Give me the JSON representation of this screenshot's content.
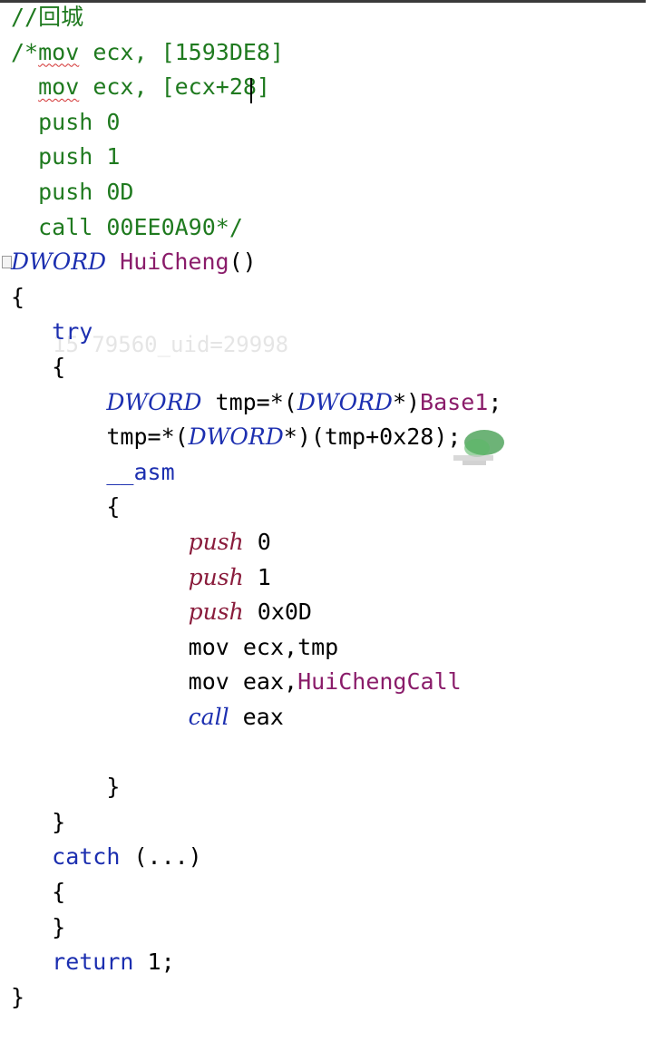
{
  "colors": {
    "background": "#ffffff",
    "comment": "#1f7a1f",
    "keyword": "#1c2fb0",
    "macro": "#8a1c6a",
    "asm_instruction": "#8a1c3c",
    "squiggle": "#d23030",
    "cursor_blob": "#3c9a4a"
  },
  "icons": {
    "fold_marker": "collapse-box-icon",
    "mouse_cursor": "green-mouse-cursor-icon"
  },
  "watermark": "15 79560_uid=29998",
  "code": {
    "lines": [
      {
        "tokens": [
          {
            "t": "//回城",
            "c": "comment"
          }
        ]
      },
      {
        "tokens": [
          {
            "t": "/*",
            "c": "comment"
          },
          {
            "t": "mov",
            "c": "comment squiggle"
          },
          {
            "t": " ecx, [1593DE8]",
            "c": "comment"
          }
        ]
      },
      {
        "tokens": [
          {
            "t": "  ",
            "c": "comment"
          },
          {
            "t": "mov",
            "c": "comment squiggle"
          },
          {
            "t": " ecx, [ecx+28]",
            "c": "comment"
          }
        ]
      },
      {
        "tokens": [
          {
            "t": "  push 0",
            "c": "comment"
          }
        ]
      },
      {
        "tokens": [
          {
            "t": "  push 1",
            "c": "comment"
          }
        ]
      },
      {
        "tokens": [
          {
            "t": "  push 0D",
            "c": "comment"
          }
        ]
      },
      {
        "tokens": [
          {
            "t": "  call 00EE0A90*/",
            "c": "comment"
          }
        ]
      },
      {
        "tokens": [
          {
            "t": "DWORD",
            "c": "type"
          },
          {
            "t": " ",
            "c": "ident"
          },
          {
            "t": "HuiCheng",
            "c": "macro"
          },
          {
            "t": "()",
            "c": "punct"
          }
        ]
      },
      {
        "tokens": [
          {
            "t": "{",
            "c": "punct"
          }
        ]
      },
      {
        "tokens": [
          {
            "t": "   ",
            "c": "ident"
          },
          {
            "t": "try",
            "c": "keyword"
          }
        ]
      },
      {
        "tokens": [
          {
            "t": "   {",
            "c": "punct"
          }
        ]
      },
      {
        "tokens": [
          {
            "t": "       ",
            "c": "ident"
          },
          {
            "t": "DWORD",
            "c": "type"
          },
          {
            "t": " tmp=*(",
            "c": "ident"
          },
          {
            "t": "DWORD",
            "c": "type"
          },
          {
            "t": "*)",
            "c": "ident"
          },
          {
            "t": "Base1",
            "c": "macro"
          },
          {
            "t": ";",
            "c": "punct"
          }
        ]
      },
      {
        "tokens": [
          {
            "t": "       tmp=*(",
            "c": "ident"
          },
          {
            "t": "DWORD",
            "c": "type"
          },
          {
            "t": "*)(tmp+0x28);",
            "c": "ident"
          }
        ]
      },
      {
        "tokens": [
          {
            "t": "       ",
            "c": "ident"
          },
          {
            "t": "__asm",
            "c": "keyword"
          }
        ]
      },
      {
        "tokens": [
          {
            "t": "       {",
            "c": "punct"
          }
        ]
      },
      {
        "tokens": [
          {
            "t": "             ",
            "c": "ident"
          },
          {
            "t": "push",
            "c": "asm-kw"
          },
          {
            "t": " 0",
            "c": "ident"
          }
        ]
      },
      {
        "tokens": [
          {
            "t": "             ",
            "c": "ident"
          },
          {
            "t": "push",
            "c": "asm-kw"
          },
          {
            "t": " 1",
            "c": "ident"
          }
        ]
      },
      {
        "tokens": [
          {
            "t": "             ",
            "c": "ident"
          },
          {
            "t": "push",
            "c": "asm-kw"
          },
          {
            "t": " 0x0D",
            "c": "ident"
          }
        ]
      },
      {
        "tokens": [
          {
            "t": "             mov ecx,tmp",
            "c": "ident"
          }
        ]
      },
      {
        "tokens": [
          {
            "t": "             mov eax,",
            "c": "ident"
          },
          {
            "t": "HuiChengCall",
            "c": "macro"
          }
        ]
      },
      {
        "tokens": [
          {
            "t": "             ",
            "c": "ident"
          },
          {
            "t": "call",
            "c": "asm-call"
          },
          {
            "t": " eax",
            "c": "ident"
          }
        ]
      },
      {
        "tokens": []
      },
      {
        "tokens": [
          {
            "t": "       }",
            "c": "punct"
          }
        ]
      },
      {
        "tokens": [
          {
            "t": "   }",
            "c": "punct"
          }
        ]
      },
      {
        "tokens": [
          {
            "t": "   ",
            "c": "ident"
          },
          {
            "t": "catch",
            "c": "keyword"
          },
          {
            "t": " (...)",
            "c": "ident"
          }
        ]
      },
      {
        "tokens": [
          {
            "t": "   {",
            "c": "punct"
          }
        ]
      },
      {
        "tokens": [
          {
            "t": "   }",
            "c": "punct"
          }
        ]
      },
      {
        "tokens": [
          {
            "t": "   ",
            "c": "ident"
          },
          {
            "t": "return",
            "c": "keyword"
          },
          {
            "t": " 1;",
            "c": "ident"
          }
        ]
      },
      {
        "tokens": [
          {
            "t": "}",
            "c": "punct"
          }
        ]
      }
    ]
  }
}
